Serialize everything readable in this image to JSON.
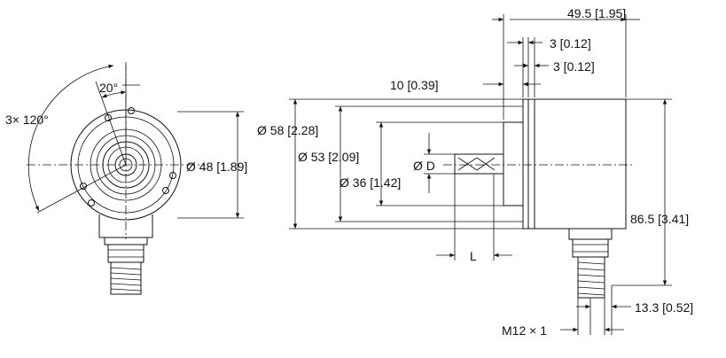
{
  "front_view": {
    "angle_small": "20°",
    "angle_pattern": "3× 120°",
    "diameter_48": "Ø 48 [1.89]"
  },
  "side_view": {
    "length_total": "49.5 [1.95]",
    "flange_3a": "3 [0.12]",
    "flange_3b": "3 [0.12]",
    "offset_10": "10 [0.39]",
    "diameter_58": "Ø 58 [2.28]",
    "diameter_53": "Ø 53 [2.09]",
    "shaft_d": "Ø D",
    "diameter_36": "Ø 36 [1.42]",
    "shaft_length": "L",
    "height_86": "86.5 [3.41]",
    "connector_offset": "13.3 [0.52]",
    "connector_thread": "M12 × 1"
  }
}
